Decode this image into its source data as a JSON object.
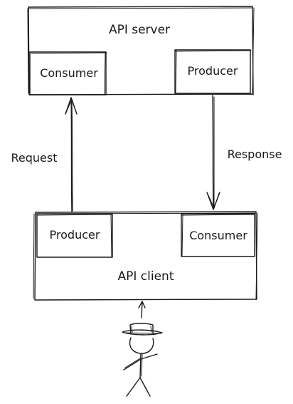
{
  "api_server": {
    "title": "API server",
    "consumer_label": "Consumer",
    "producer_label": "Producer"
  },
  "api_client": {
    "title": "API client",
    "producer_label": "Producer",
    "consumer_label": "Consumer"
  },
  "arrows": {
    "request_label": "Request",
    "response_label": "Response"
  },
  "actor": {
    "icon": "person-with-hat-icon"
  }
}
